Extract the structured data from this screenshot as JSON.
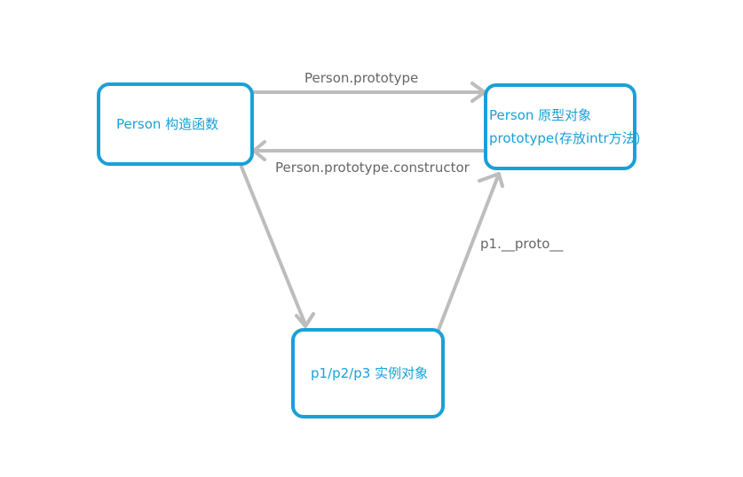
{
  "colors": {
    "node_border": "#1aa0d8",
    "node_text": "#1aa0d8",
    "edge": "#bdbdbd",
    "edge_label": "#666666",
    "background": "#ffffff"
  },
  "nodes": {
    "constructor": {
      "label": "Person 构造函数"
    },
    "prototype": {
      "line1": "Person 原型对象",
      "line2": "prototype(存放intr方法)"
    },
    "instances": {
      "label": "p1/p2/p3 实例对象"
    }
  },
  "edges": {
    "to_prototype": {
      "label": "Person.prototype"
    },
    "to_constructor": {
      "label": "Person.prototype.constructor"
    },
    "proto_link": {
      "label": "p1.__proto__"
    }
  }
}
